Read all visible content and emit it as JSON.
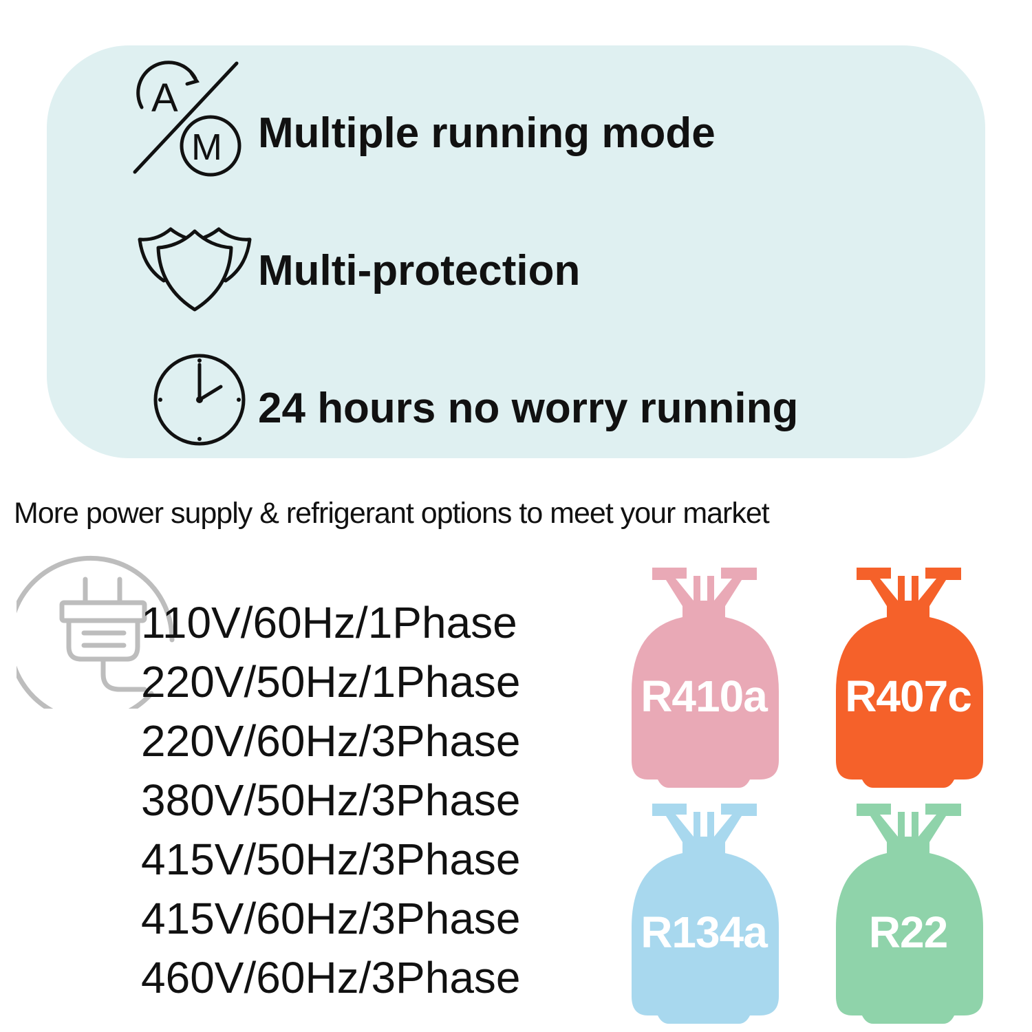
{
  "features": [
    {
      "icon": "auto-manual-mode-icon",
      "label": "Multiple running mode"
    },
    {
      "icon": "shield-protection-icon",
      "label": "Multi-protection"
    },
    {
      "icon": "clock-icon",
      "label": "24 hours no worry running"
    }
  ],
  "auto_manual_icon": {
    "auto_letter": "A",
    "manual_letter": "M"
  },
  "power_section": {
    "title": "More power supply & refrigerant options to meet your market",
    "icon": "power-plug-icon",
    "voltages": [
      "110V/60Hz/1Phase",
      "220V/50Hz/1Phase",
      "220V/60Hz/3Phase",
      "380V/50Hz/3Phase",
      "415V/50Hz/3Phase",
      "415V/60Hz/3Phase",
      "460V/60Hz/3Phase"
    ]
  },
  "refrigerants": [
    {
      "label": "R410a",
      "color": "#e9a9b6"
    },
    {
      "label": "R407c",
      "color": "#f5612a"
    },
    {
      "label": "R134a",
      "color": "#a8d8ee"
    },
    {
      "label": "R22",
      "color": "#8fd3aa"
    }
  ],
  "colors": {
    "feature_panel": "#dff0f1",
    "plug_icon": "#bdbdbd"
  }
}
